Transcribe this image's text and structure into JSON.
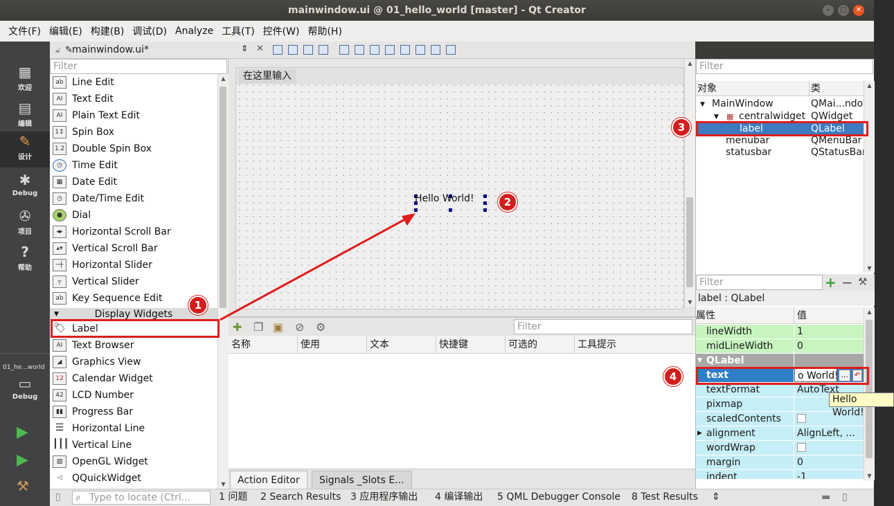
{
  "window": {
    "title": "mainwindow.ui @ 01_hello_world [master] - Qt Creator"
  },
  "menubar": [
    "文件(F)",
    "编辑(E)",
    "构建(B)",
    "调试(D)",
    "Analyze",
    "工具(T)",
    "控件(W)",
    "帮助(H)"
  ],
  "modes": {
    "welcome": "欢迎",
    "edit": "编辑",
    "design": "设计",
    "debug": "Debug",
    "projects": "项目",
    "help": "帮助",
    "project_name": "01_he...world",
    "target": "Debug"
  },
  "editor": {
    "file_name": "mainwindow.ui*"
  },
  "widget_box": {
    "filter_placeholder": "Filter",
    "items_input": [
      {
        "label": "Line Edit",
        "icon": "line-edit-icon"
      },
      {
        "label": "Text Edit",
        "icon": "text-edit-icon"
      },
      {
        "label": "Plain Text Edit",
        "icon": "plain-text-edit-icon"
      },
      {
        "label": "Spin Box",
        "icon": "spin-box-icon"
      },
      {
        "label": "Double Spin Box",
        "icon": "double-spin-box-icon"
      },
      {
        "label": "Time Edit",
        "icon": "clock-icon"
      },
      {
        "label": "Date Edit",
        "icon": "calendar-icon"
      },
      {
        "label": "Date/Time Edit",
        "icon": "calendar-clock-icon"
      },
      {
        "label": "Dial",
        "icon": "dial-icon"
      },
      {
        "label": "Horizontal Scroll Bar",
        "icon": "hscroll-icon"
      },
      {
        "label": "Vertical Scroll Bar",
        "icon": "vscroll-icon"
      },
      {
        "label": "Horizontal Slider",
        "icon": "hslider-icon"
      },
      {
        "label": "Vertical Slider",
        "icon": "vslider-icon"
      },
      {
        "label": "Key Sequence Edit",
        "icon": "key-sequence-icon"
      }
    ],
    "category": "Display Widgets",
    "items_display": [
      {
        "label": "Label",
        "icon": "label-tag-icon"
      },
      {
        "label": "Text Browser",
        "icon": "text-browser-icon"
      },
      {
        "label": "Graphics View",
        "icon": "graphics-view-icon"
      },
      {
        "label": "Calendar Widget",
        "icon": "calendar-widget-icon"
      },
      {
        "label": "LCD Number",
        "icon": "lcd-number-icon"
      },
      {
        "label": "Progress Bar",
        "icon": "progress-bar-icon"
      },
      {
        "label": "Horizontal Line",
        "icon": "hline-icon"
      },
      {
        "label": "Vertical Line",
        "icon": "vline-icon"
      },
      {
        "label": "OpenGL Widget",
        "icon": "opengl-icon"
      },
      {
        "label": "QQuickWidget",
        "icon": "qquick-icon"
      }
    ]
  },
  "form": {
    "menu_placeholder": "在这里输入",
    "label_text": "Hello World!"
  },
  "action_editor": {
    "filter_placeholder": "Filter",
    "columns": [
      "名称",
      "使用",
      "文本",
      "快捷键",
      "可选的",
      "工具提示"
    ],
    "tabs": [
      "Action Editor",
      "Signals _Slots E..."
    ]
  },
  "object_inspector": {
    "filter_placeholder": "Filter",
    "columns": [
      "对象",
      "类"
    ],
    "rows": [
      {
        "object": "MainWindow",
        "class": "QMai...ndo"
      },
      {
        "object": "centralwidget",
        "class": "QWidget"
      },
      {
        "object": "label",
        "class": "QLabel"
      },
      {
        "object": "menubar",
        "class": "QMenuBar"
      },
      {
        "object": "statusbar",
        "class": "QStatusBar"
      }
    ]
  },
  "property_editor": {
    "filter_placeholder": "Filter",
    "class_title": "label : QLabel",
    "columns": [
      "属性",
      "值"
    ],
    "rows": [
      {
        "name": "lineWidth",
        "value": "1"
      },
      {
        "name": "midLineWidth",
        "value": "0"
      },
      {
        "name": "QLabel",
        "value": ""
      },
      {
        "name": "text",
        "value": "o World!"
      },
      {
        "name": "textFormat",
        "value": "AutoText"
      },
      {
        "name": "pixmap",
        "value": ""
      },
      {
        "name": "scaledContents",
        "value": ""
      },
      {
        "name": "alignment",
        "value": "AlignLeft, ..."
      },
      {
        "name": "wordWrap",
        "value": ""
      },
      {
        "name": "margin",
        "value": "0"
      },
      {
        "name": "indent",
        "value": "-1"
      }
    ],
    "ellipsis_label": "...",
    "tooltip": "Hello World!"
  },
  "statusbar": {
    "locate_placeholder": "Type to locate (Ctrl...",
    "items": [
      "1 问题",
      "2 Search Results",
      "3 应用程序输出",
      "4 编译输出",
      "5 QML Debugger Console",
      "8 Test Results"
    ]
  },
  "annotations": [
    "1",
    "2",
    "3",
    "4"
  ],
  "colors": {
    "annotation_red": "#e01b1b",
    "selection_blue": "#3c7bbf",
    "modebar_bg": "#404244"
  }
}
